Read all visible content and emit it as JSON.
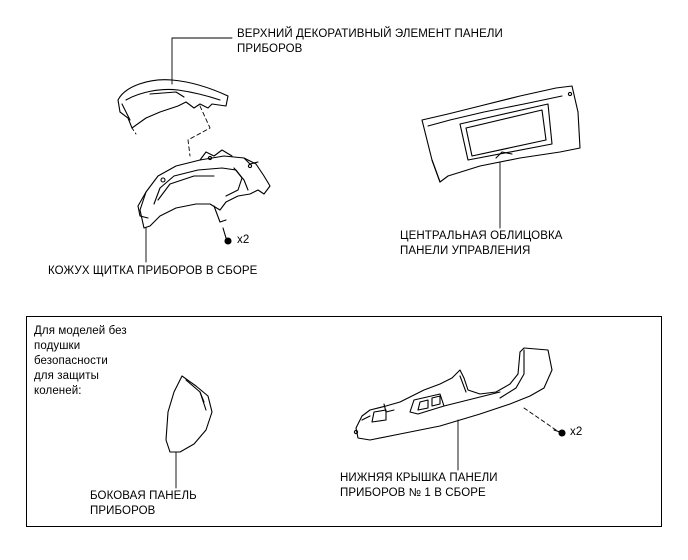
{
  "labels": {
    "upper_trim": [
      "ВЕРХНИЙ ДЕКОРАТИВНЫЙ ЭЛЕМЕНТ ПАНЕЛИ",
      "ПРИБОРОВ"
    ],
    "cluster_housing": "КОЖУХ ЩИТКА ПРИБОРОВ В СБОРЕ",
    "center_bezel": [
      "ЦЕНТРАЛЬНАЯ ОБЛИЦОВКА",
      "ПАНЕЛИ УПРАВЛЕНИЯ"
    ],
    "screw_qty_top": "x2",
    "note": [
      "Для моделей без",
      "подушки",
      "безопасности",
      "для защиты",
      "коленей:"
    ],
    "side_panel": [
      "БОКОВАЯ ПАНЕЛЬ",
      "ПРИБОРОВ"
    ],
    "lower_cover": [
      "НИЖНЯЯ КРЫШКА ПАНЕЛИ",
      "ПРИБОРОВ № 1 В СБОРЕ"
    ],
    "screw_qty_bottom": "x2"
  }
}
